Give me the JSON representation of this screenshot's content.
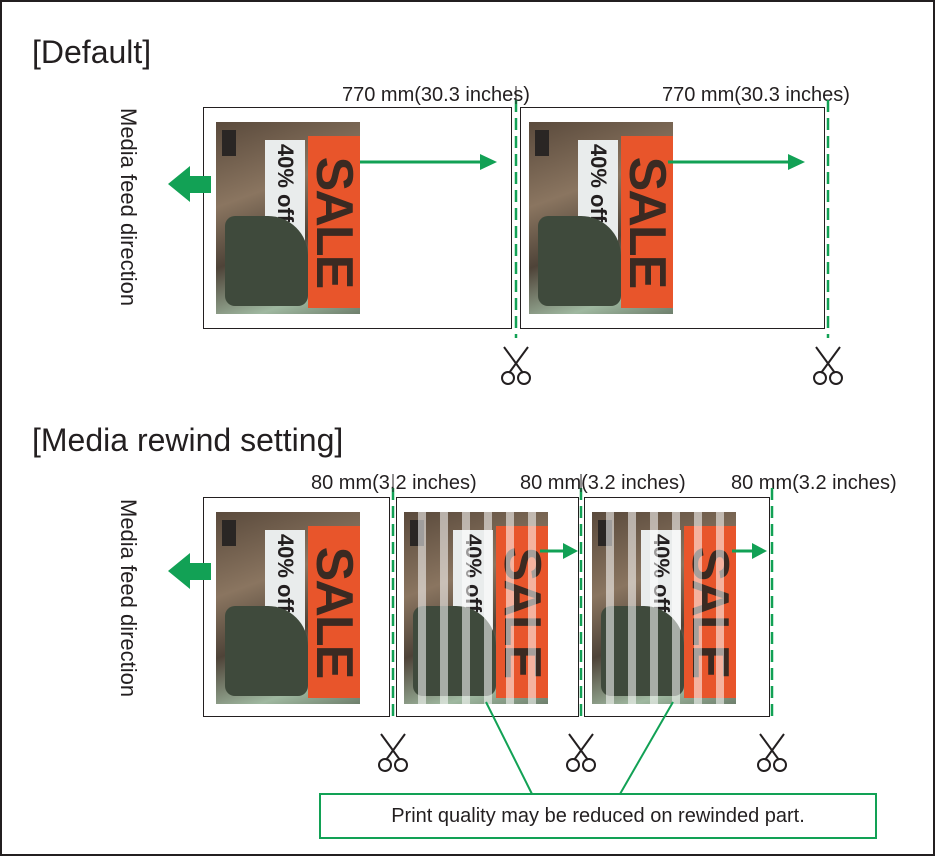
{
  "default_section": {
    "title": "[Default]",
    "feed_label": "Media feed direction",
    "dimension_labels": [
      "770 mm(30.3 inches)",
      "770 mm(30.3 inches)"
    ]
  },
  "rewind_section": {
    "title": "[Media rewind setting]",
    "feed_label": "Media feed direction",
    "dimension_labels": [
      "80 mm(3.2 inches)",
      "80 mm(3.2 inches)",
      "80 mm(3.2 inches)"
    ]
  },
  "poster": {
    "sale_text": "SALE",
    "discount_text": "40% off"
  },
  "note": "Print quality may be reduced on rewinded part.",
  "colors": {
    "accent_green": "#12a155",
    "outline": "#231f20",
    "sale_orange": "#e8552b"
  },
  "icons": [
    "scissors-icon",
    "feed-arrow-icon",
    "advance-arrow-icon",
    "cut-line"
  ]
}
